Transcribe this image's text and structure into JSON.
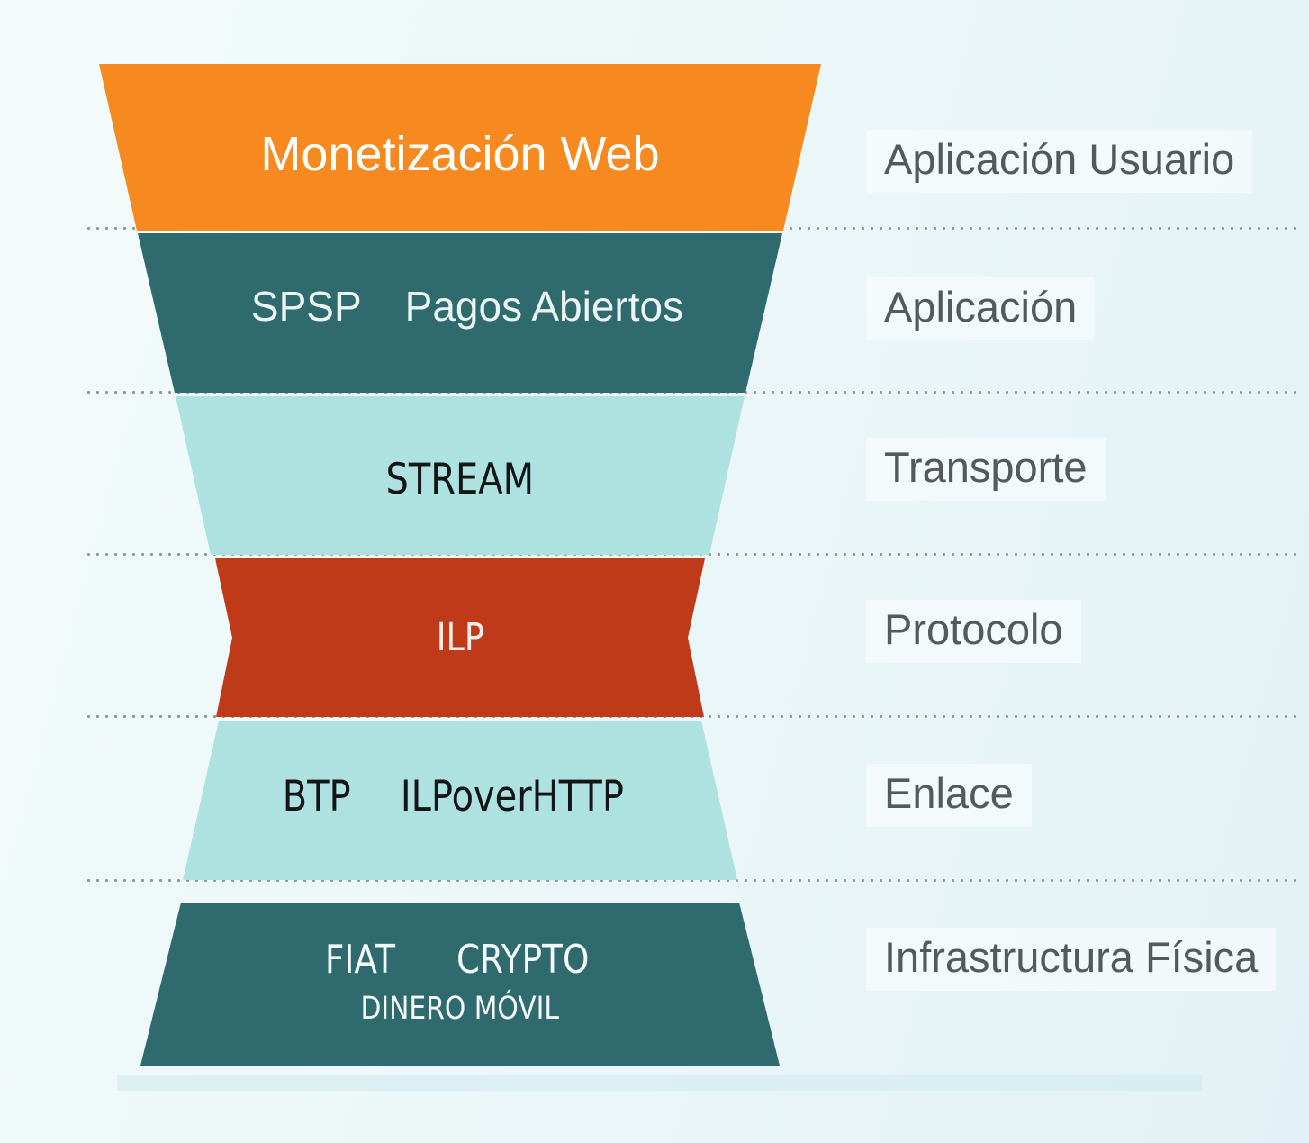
{
  "colors": {
    "orange": "#F6891F",
    "teal_dark": "#2F6A6E",
    "cyan_light": "#AEE2E1",
    "red": "#BF3A19",
    "label_text": "#55595C",
    "dotted_line": "#8F9699",
    "background": "#E9F5F7"
  },
  "rows": [
    {
      "id": "user-application",
      "layer": {
        "labels": [
          "Monetización Web"
        ]
      },
      "right_label": "Aplicación Usuario"
    },
    {
      "id": "application",
      "layer": {
        "labels": [
          "SPSP",
          "Pagos Abiertos"
        ]
      },
      "right_label": "Aplicación"
    },
    {
      "id": "transport",
      "layer": {
        "labels": [
          "STREAM"
        ]
      },
      "right_label": "Transporte"
    },
    {
      "id": "protocol",
      "layer": {
        "labels": [
          "ILP"
        ]
      },
      "right_label": "Protocolo"
    },
    {
      "id": "link",
      "layer": {
        "labels": [
          "BTP",
          "ILPoverHTTP"
        ]
      },
      "right_label": "Enlace"
    },
    {
      "id": "physical-infrastructure",
      "layer": {
        "labels": [
          "FIAT",
          "CRYPTO"
        ],
        "sublabel": "DINERO MÓVIL"
      },
      "right_label": "Infrastructura Física"
    }
  ]
}
